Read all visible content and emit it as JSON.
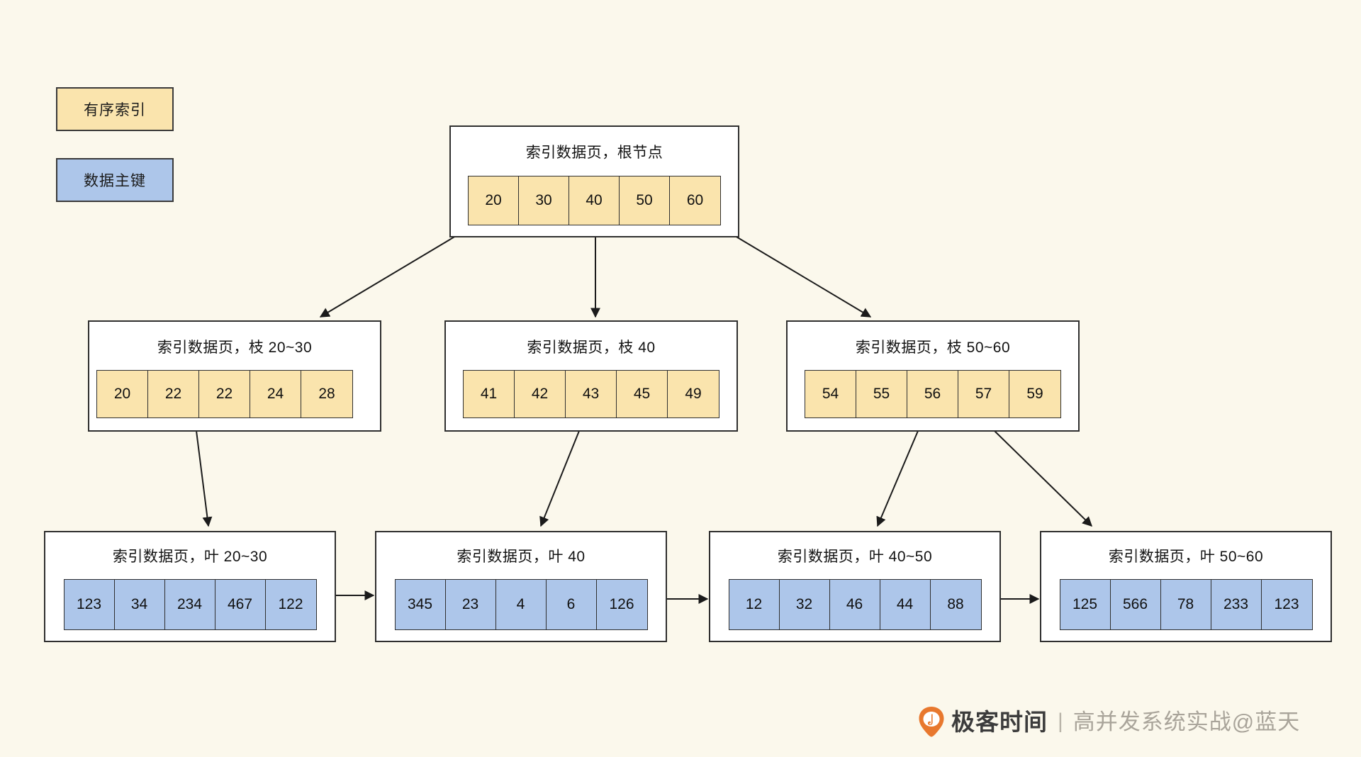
{
  "page": {
    "background": "#fbf8ec",
    "index_color": "#fae4ad",
    "primary_key_color": "#adc6ea"
  },
  "legend": {
    "index_label": "有序索引",
    "primary_key_label": "数据主键"
  },
  "tree": {
    "root": {
      "title": "索引数据页，根节点",
      "type": "index",
      "cells": [
        "20",
        "30",
        "40",
        "50",
        "60"
      ]
    },
    "branches": [
      {
        "title": "索引数据页，枝 20~30",
        "type": "index",
        "cells": [
          "20",
          "22",
          "22",
          "24",
          "28"
        ]
      },
      {
        "title": "索引数据页，枝 40",
        "type": "index",
        "cells": [
          "41",
          "42",
          "43",
          "45",
          "49"
        ]
      },
      {
        "title": "索引数据页，枝 50~60",
        "type": "index",
        "cells": [
          "54",
          "55",
          "56",
          "57",
          "59"
        ]
      }
    ],
    "leaves": [
      {
        "title": "索引数据页，叶 20~30",
        "type": "primary-key",
        "cells": [
          "123",
          "34",
          "234",
          "467",
          "122"
        ]
      },
      {
        "title": "索引数据页，叶 40",
        "type": "primary-key",
        "cells": [
          "345",
          "23",
          "4",
          "6",
          "126"
        ]
      },
      {
        "title": "索引数据页，叶  40~50",
        "type": "primary-key",
        "cells": [
          "12",
          "32",
          "46",
          "44",
          "88"
        ]
      },
      {
        "title": "索引数据页，叶  50~60",
        "type": "primary-key",
        "cells": [
          "125",
          "566",
          "78",
          "233",
          "123"
        ]
      }
    ]
  },
  "watermark": {
    "brand": "极客时间",
    "separator": "|",
    "course": "高并发系统实战@蓝天",
    "logo_color": "#e8782e"
  }
}
